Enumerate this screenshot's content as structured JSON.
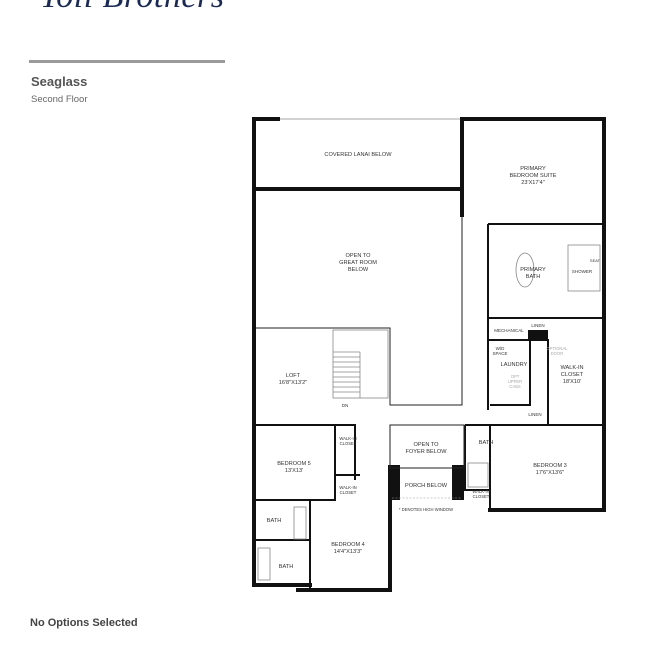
{
  "brand": {
    "logo_text": "Toll Brothers"
  },
  "plan": {
    "name": "Seaglass",
    "floor": "Second Floor"
  },
  "footer": {
    "options_status": "No Options Selected"
  },
  "rooms": {
    "lanai": "COVERED LANAI BELOW",
    "primary_suite": "PRIMARY",
    "primary_suite2": "BEDROOM SUITE",
    "primary_suite_dim": "23'X17'4\"",
    "open_great_1": "OPEN TO",
    "open_great_2": "GREAT ROOM",
    "open_great_3": "BELOW",
    "primary_bath_1": "PRIMARY",
    "primary_bath_2": "BATH",
    "shower": "SHOWER",
    "seat": "SEAT",
    "mechanical": "MECHANICAL",
    "linen": "LINEN",
    "wd_1": "W/D",
    "wd_2": "SPACE",
    "laundry": "LAUNDRY",
    "opt_cabs_1": "OPT",
    "opt_cabs_2": "UPPER",
    "opt_cabs_3": "CABS",
    "optional_door_1": "OPTIONAL",
    "optional_door_2": "DOOR",
    "wic_1": "WALK-IN",
    "wic_2": "CLOSET",
    "wic_dim": "18'X10'",
    "linen2": "LINEN",
    "loft": "LOFT",
    "loft_dim": "16'8\"X13'2\"",
    "dn": "DN",
    "open_foyer_1": "OPEN TO",
    "open_foyer_2": "FOYER BELOW",
    "bath3": "BATH",
    "bedroom3": "BEDROOM 3",
    "bedroom3_dim": "17'6\"X13'6\"",
    "wic3_1": "WALK-IN",
    "wic3_2": "CLOSET",
    "porch": "PORCH BELOW",
    "high_window_note": "* DENOTES HIGH WINDOW",
    "bedroom5": "BEDROOM 5",
    "bedroom5_dim": "13'X13'",
    "wic5a_1": "WALK-IN",
    "wic5a_2": "CLOSET",
    "wic5b_1": "WALK-IN",
    "wic5b_2": "CLOSET",
    "bath5": "BATH",
    "bath4": "BATH",
    "bedroom4": "BEDROOM 4",
    "bedroom4_dim": "14'4\"X13'3\""
  }
}
